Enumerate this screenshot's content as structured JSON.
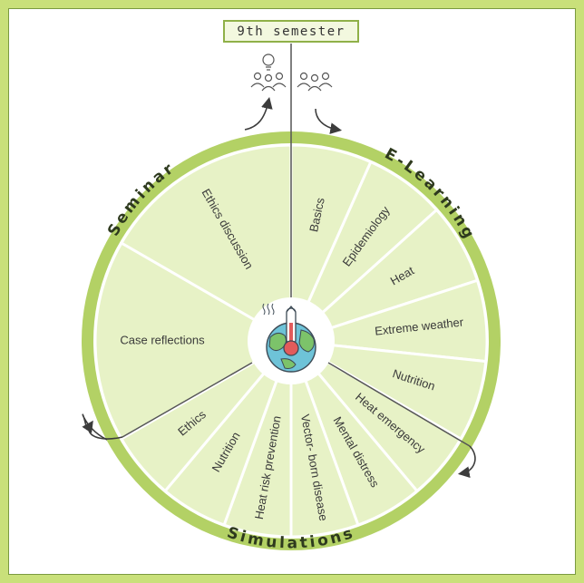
{
  "header": {
    "semester": "9th semester"
  },
  "ring_labels": {
    "left": "Seminar",
    "right": "E-Learning",
    "bottom": "Simulations"
  },
  "segments": {
    "seminar": [
      "Ethics discussion",
      "Case reflections"
    ],
    "elearning": [
      "Basics",
      "Epidemiology",
      "Heat",
      "Extreme weather",
      "Nutrition"
    ],
    "simulations": [
      "Heat emergency",
      "Mental distress",
      "Vector- born disease",
      "Heat risk prevention",
      "Nutrition",
      "Ethics"
    ]
  },
  "icons": {
    "center": "thermometer-earth-icon",
    "left_top": "lightbulb-group-icon",
    "right_top": "group-icon"
  },
  "colors": {
    "frame": "#c9e07a",
    "ring": "#b3d165",
    "segment": "#e7f2c6",
    "segment_stroke": "#ffffff",
    "divider": "#555555"
  }
}
